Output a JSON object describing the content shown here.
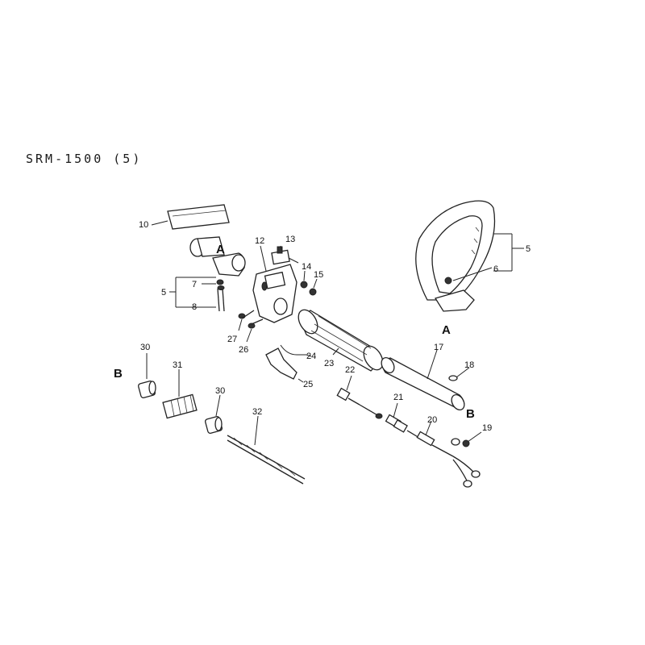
{
  "title": "SRM-1500  (5)",
  "labels": {
    "l10": "10",
    "l12": "12",
    "l13": "13",
    "l14": "14",
    "l15": "15",
    "l5a": "5",
    "l7": "7",
    "l8": "8",
    "l27": "27",
    "l26": "26",
    "l24": "24",
    "l25": "25",
    "l23": "23",
    "l22": "22",
    "l21": "21",
    "l20": "20",
    "l19": "19",
    "l18": "18",
    "l17": "17",
    "l5b": "5",
    "l6": "6",
    "l30a": "30",
    "l31": "31",
    "l30b": "30",
    "l32": "32"
  },
  "refs": {
    "a1": "A",
    "a2": "A",
    "b1": "B",
    "b2": "B"
  }
}
